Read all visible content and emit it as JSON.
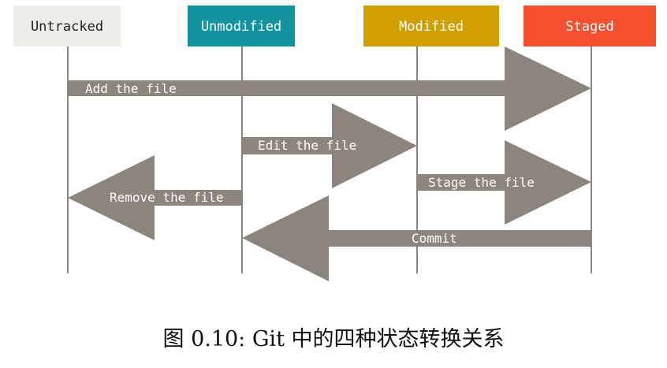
{
  "states": [
    {
      "label": "Untracked",
      "bg": "#efeee9",
      "fg": "#222222"
    },
    {
      "label": "Unmodified",
      "bg": "#13939f",
      "fg": "#ffffff"
    },
    {
      "label": "Modified",
      "bg": "#d0a000",
      "fg": "#ffffff"
    },
    {
      "label": "Staged",
      "bg": "#f2502e",
      "fg": "#ffffff"
    }
  ],
  "transitions": [
    {
      "label": "Add the file",
      "from": "Untracked",
      "to": "Staged"
    },
    {
      "label": "Edit the file",
      "from": "Unmodified",
      "to": "Modified"
    },
    {
      "label": "Stage the file",
      "from": "Modified",
      "to": "Staged"
    },
    {
      "label": "Remove the file",
      "from": "Unmodified",
      "to": "Untracked"
    },
    {
      "label": "Commit",
      "from": "Staged",
      "to": "Unmodified"
    }
  ],
  "colors": {
    "arrow": "#8c857e",
    "lifeline": "#8c857e"
  },
  "caption": "图 0.10: Git 中的四种状态转换关系"
}
